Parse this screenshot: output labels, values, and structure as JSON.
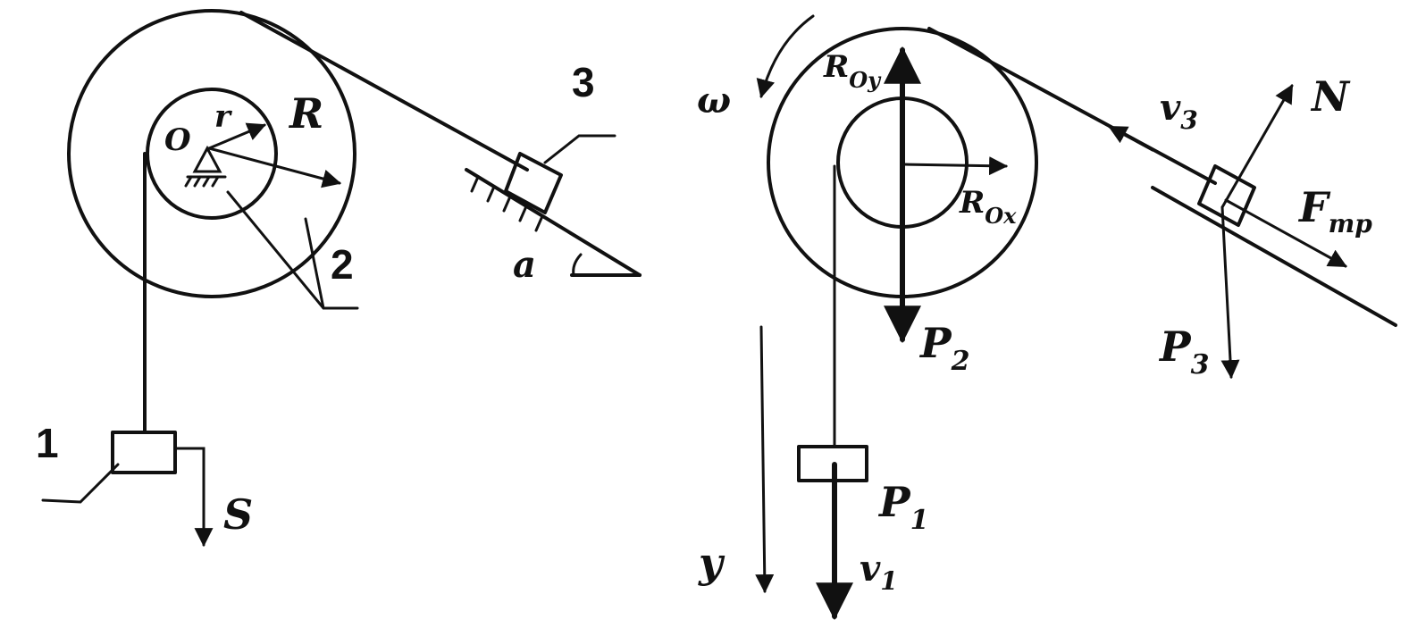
{
  "left_figure": {
    "labels": {
      "center": "O",
      "small_radius": "r",
      "large_radius": "R",
      "body_1": "1",
      "body_2": "2",
      "body_3": "3",
      "angle": "a",
      "displacement": "S"
    }
  },
  "right_figure": {
    "labels": {
      "omega": "ω",
      "reaction_y_main": "R",
      "reaction_y_sub": "Oy",
      "reaction_x_main": "R",
      "reaction_x_sub": "Ox",
      "weight_2_main": "P",
      "weight_2_sub": "2",
      "weight_1_main": "P",
      "weight_1_sub": "1",
      "weight_3_main": "P",
      "weight_3_sub": "3",
      "velocity_3_main": "v",
      "velocity_3_sub": "3",
      "velocity_1_main": "v",
      "velocity_1_sub": "1",
      "normal": "N",
      "friction_main": "F",
      "friction_sub": "mp",
      "axis_y": "y"
    }
  },
  "colors": {
    "ink": "#111111",
    "paper": "#ffffff"
  }
}
